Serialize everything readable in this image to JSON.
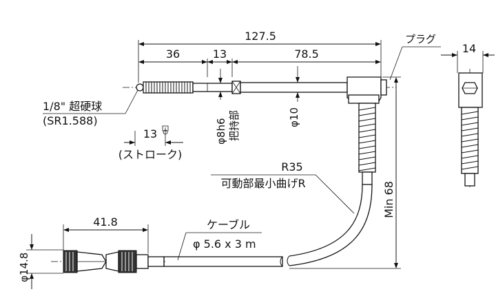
{
  "dimensions": {
    "total_length": "127.5",
    "tip_length": "36",
    "clamp_length": "13",
    "body_length": "78.5",
    "plug_width": "14",
    "stroke": "13",
    "stroke_note": "(ストローク)",
    "cable_min": "Min 68",
    "connector_length": "41.8",
    "connector_dia": "φ14.8",
    "clamp_dia": "φ8h6",
    "body_dia": "φ10"
  },
  "labels": {
    "tip_ball": "1/8\" 超硬球",
    "tip_ball_sr": "(SR1.588)",
    "clamp_part": "把持部",
    "plug": "プラグ",
    "bend_radius": "R35",
    "bend_radius_note": "可動部最小曲げR",
    "cable": "ケーブル",
    "cable_spec": "φ 5.6 x 3 m"
  }
}
